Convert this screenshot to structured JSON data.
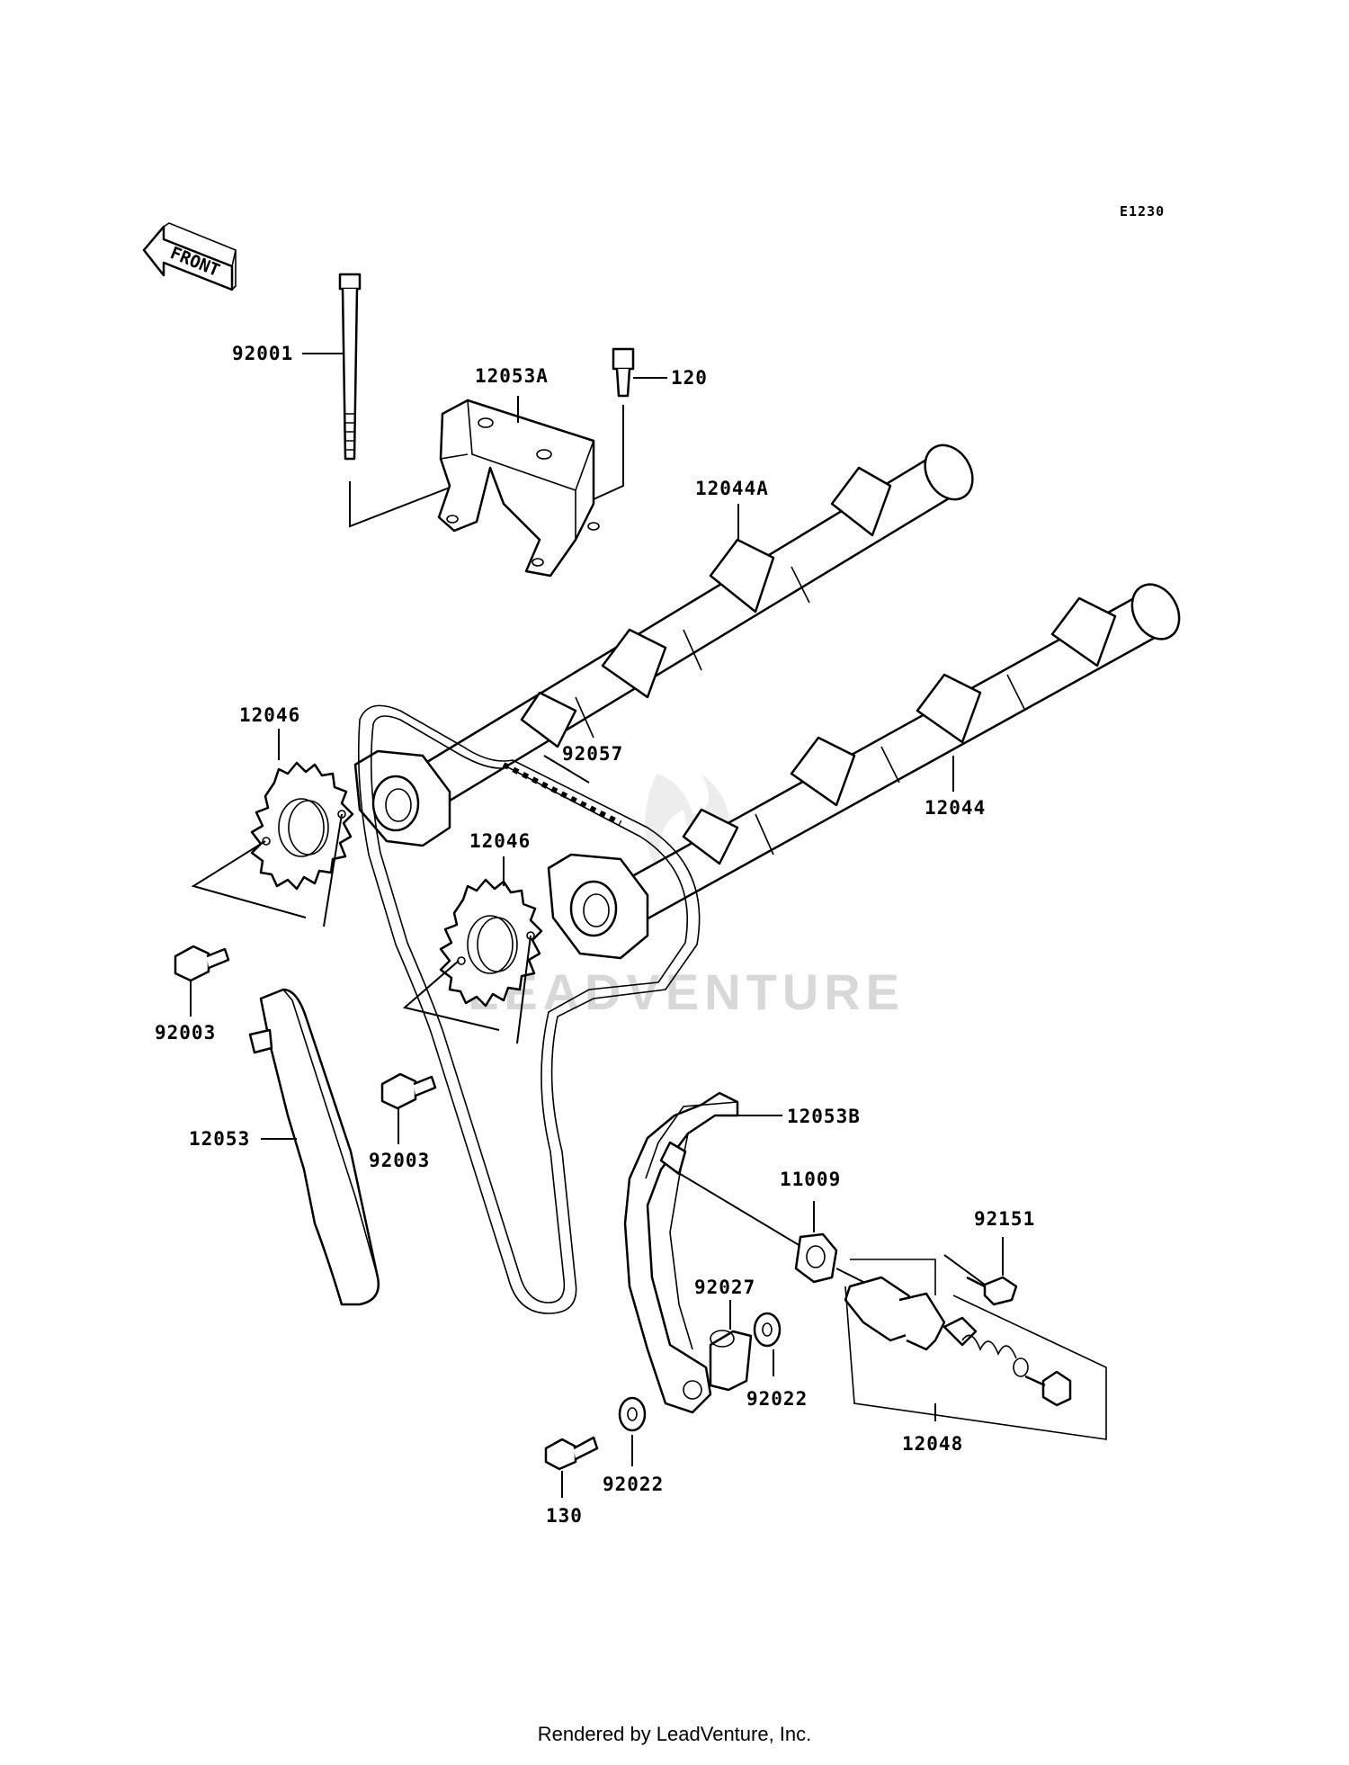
{
  "diagram": {
    "code": "E1230",
    "front_label": "FRONT",
    "watermark": "LEADVENTURE",
    "footer": "Rendered by LeadVenture, Inc.",
    "parts": {
      "p92001": "92001",
      "p12053A": "12053A",
      "p120": "120",
      "p12044A": "12044A",
      "p12046_top": "12046",
      "p92057": "92057",
      "p12044": "12044",
      "p12046_mid": "12046",
      "p92003_left": "92003",
      "p92003_mid": "92003",
      "p12053": "12053",
      "p12053B": "12053B",
      "p11009": "11009",
      "p92151": "92151",
      "p92027": "92027",
      "p92022_right": "92022",
      "p12048": "12048",
      "p92022_bottom": "92022",
      "p130": "130"
    }
  }
}
